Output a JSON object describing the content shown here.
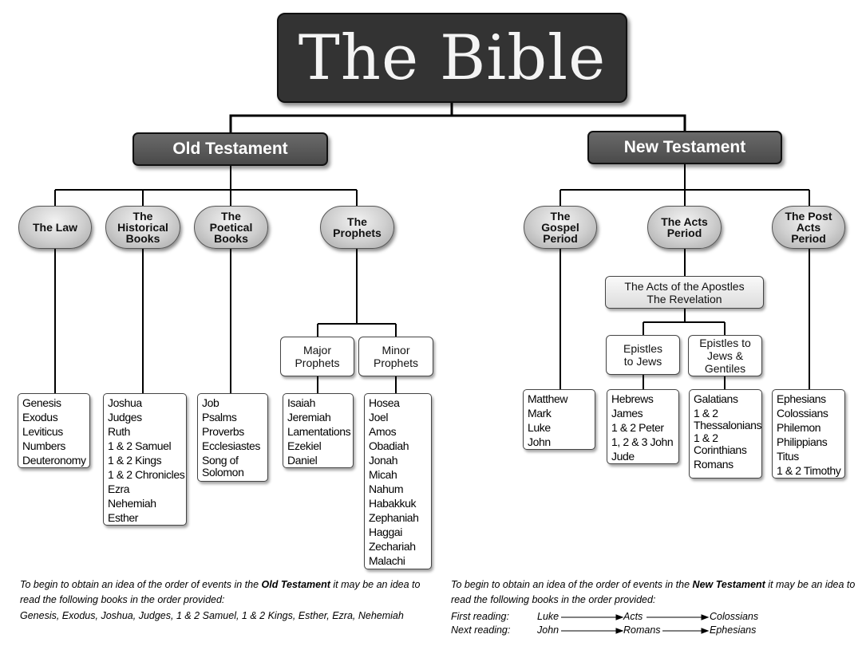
{
  "title": "The Bible",
  "old_testament": {
    "label": "Old Testament",
    "categories": {
      "law": "The Law",
      "historical": "The Historical Books",
      "poetical": "The Poetical Books",
      "prophets": "The Prophets"
    },
    "prophet_groups": {
      "major": "Major Prophets",
      "minor": "Minor Prophets"
    },
    "books": {
      "law": [
        "Genesis",
        "Exodus",
        "Leviticus",
        "Numbers",
        "Deuteronomy"
      ],
      "historical": [
        "Joshua",
        "Judges",
        "Ruth",
        "1 & 2 Samuel",
        "1 & 2 Kings",
        "1 & 2 Chronicles",
        "Ezra",
        "Nehemiah",
        "Esther"
      ],
      "poetical": [
        "Job",
        "Psalms",
        "Proverbs",
        "Ecclesiastes",
        "Song of Solomon"
      ],
      "major": [
        "Isaiah",
        "Jeremiah",
        "Lamentations",
        "Ezekiel",
        "Daniel"
      ],
      "minor": [
        "Hosea",
        "Joel",
        "Amos",
        "Obadiah",
        "Jonah",
        "Micah",
        "Nahum",
        "Habakkuk",
        "Zephaniah",
        "Haggai",
        "Zechariah",
        "Malachi"
      ]
    }
  },
  "new_testament": {
    "label": "New Testament",
    "periods": {
      "gospel": "The Gospel Period",
      "acts": "The Acts Period",
      "post_acts": "The Post Acts Period"
    },
    "acts_books": "The Acts of the Apostles The Revelation",
    "epistle_groups": {
      "jews": "Epistles to Jews",
      "jews_gentiles": "Epistles to Jews & Gentiles"
    },
    "books": {
      "gospel": [
        "Matthew",
        "Mark",
        "Luke",
        "John"
      ],
      "jews": [
        "Hebrews",
        "James",
        "1 & 2 Peter",
        "1, 2 & 3 John",
        "Jude"
      ],
      "jews_gentiles": [
        "Galatians",
        "1 & 2 Thessalonians",
        "1 & 2 Corinthians",
        "Romans"
      ],
      "post_acts": [
        "Ephesians",
        "Colossians",
        "Philemon",
        "Philippians",
        "Titus",
        "1 & 2 Timothy"
      ]
    }
  },
  "footnotes": {
    "old": {
      "before": "To begin to obtain an idea of the order of events in the ",
      "bold": "Old Testament",
      "after": " it may be an idea to read the following books in the order provided:",
      "reading": "Genesis, Exodus, Joshua, Judges, 1 & 2 Samuel, 1 & 2 Kings, Esther, Ezra, Nehemiah"
    },
    "new": {
      "before": "To begin to obtain an idea of the order of events in the ",
      "bold": "New Testament",
      "after": " it may be an idea to read the following books in the order provided:",
      "first_label": "First reading:",
      "first": [
        "Luke",
        "Acts",
        "Colossians"
      ],
      "next_label": "Next reading:",
      "next": [
        "John",
        "Romans",
        "Ephesians"
      ]
    }
  }
}
